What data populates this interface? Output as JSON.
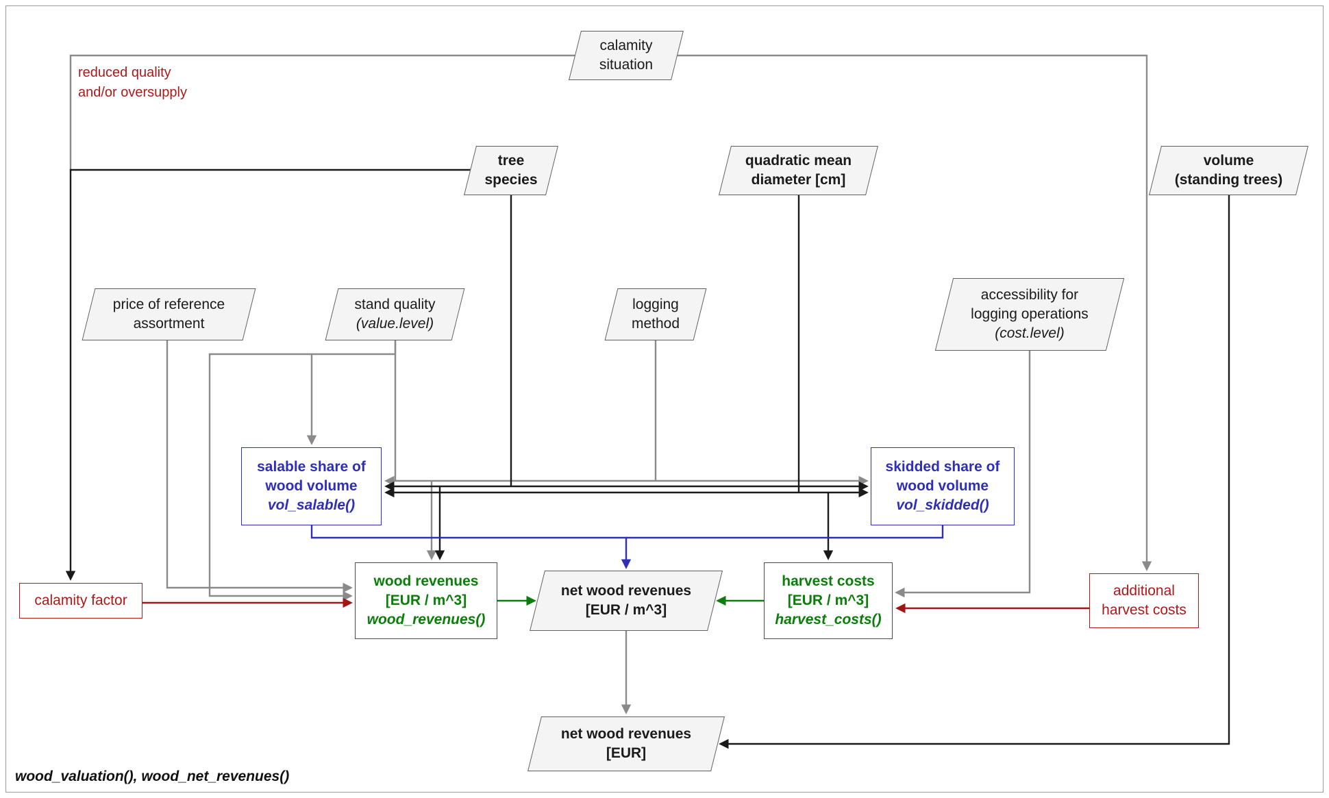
{
  "diagram": {
    "footer": "wood_valuation(), wood_net_revenues()",
    "annotation": {
      "line1": "reduced quality",
      "line2": "and/or oversupply"
    },
    "nodes": {
      "calamity_situation": {
        "line1": "calamity",
        "line2": "situation"
      },
      "tree_species": {
        "line1": "tree",
        "line2": "species"
      },
      "quadratic_mean_diameter": {
        "line1": "quadratic mean",
        "line2": "diameter [cm]"
      },
      "volume_standing_trees": {
        "line1": "volume",
        "line2": "(standing trees)"
      },
      "price_of_reference": {
        "line1": "price of reference",
        "line2": "assortment"
      },
      "stand_quality": {
        "line1": "stand quality",
        "line2": "(value.level)"
      },
      "logging_method": {
        "line1": "logging",
        "line2": "method"
      },
      "accessibility": {
        "line1": "accessibility for",
        "line2": "logging operations",
        "line3": "(cost.level)"
      },
      "salable_share": {
        "line1": "salable share of",
        "line2": "wood volume",
        "line3": "vol_salable()"
      },
      "skidded_share": {
        "line1": "skidded share of",
        "line2": "wood volume",
        "line3": "vol_skidded()"
      },
      "wood_revenues": {
        "line1": "wood revenues",
        "line2": "[EUR / m^3]",
        "line3": "wood_revenues()"
      },
      "harvest_costs": {
        "line1": "harvest costs",
        "line2": "[EUR / m^3]",
        "line3": "harvest_costs()"
      },
      "net_wood_revenues_m3": {
        "line1": "net wood revenues",
        "line2": "[EUR / m^3]"
      },
      "calamity_factor": {
        "line1": "calamity factor"
      },
      "additional_harvest_costs": {
        "line1": "additional",
        "line2": "harvest costs"
      },
      "net_wood_revenues_eur": {
        "line1": "net wood revenues",
        "line2": "[EUR]"
      }
    },
    "colors": {
      "edge_gray": "#8a8a8a",
      "edge_black": "#1a1a1a",
      "calamity_red": "#b01818",
      "function_green": "#0b7d0b",
      "share_blue": "#2e2eb8",
      "node_fill": "#f4f4f4"
    }
  }
}
